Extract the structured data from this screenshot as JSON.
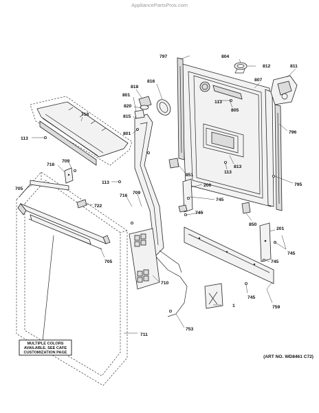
{
  "watermark": "AppliancePartsPros.com",
  "art_number": "(ART NO. WD8461 C72)",
  "note_box": [
    "MULTIPLE COLORS",
    "AVAILABLE. SEE CAFE",
    "CUSTOMIZATION PAGE"
  ],
  "labels": {
    "l797": "797",
    "l804": "804",
    "l812": "812",
    "l811": "811",
    "l807": "807",
    "l816": "816",
    "l818": "818",
    "l801a": "801",
    "l820": "820",
    "l815": "815",
    "l801b": "801",
    "l113a": "113",
    "l805": "805",
    "l718": "718",
    "l113b": "113",
    "l796": "796",
    "l813": "813",
    "l113c": "113",
    "l851": "851",
    "l795": "795",
    "l716a": "716",
    "l709a": "709",
    "l705a": "705",
    "l113d": "113",
    "l200": "200",
    "l745a": "745",
    "l722": "722",
    "l716b": "716",
    "l709b": "709",
    "l745b": "745",
    "l850": "850",
    "l201": "201",
    "l745c": "745",
    "l745d": "745",
    "l705b": "705",
    "l710": "710",
    "l745e": "745",
    "l1": "1",
    "l759": "759",
    "l753": "753",
    "l711": "711"
  }
}
